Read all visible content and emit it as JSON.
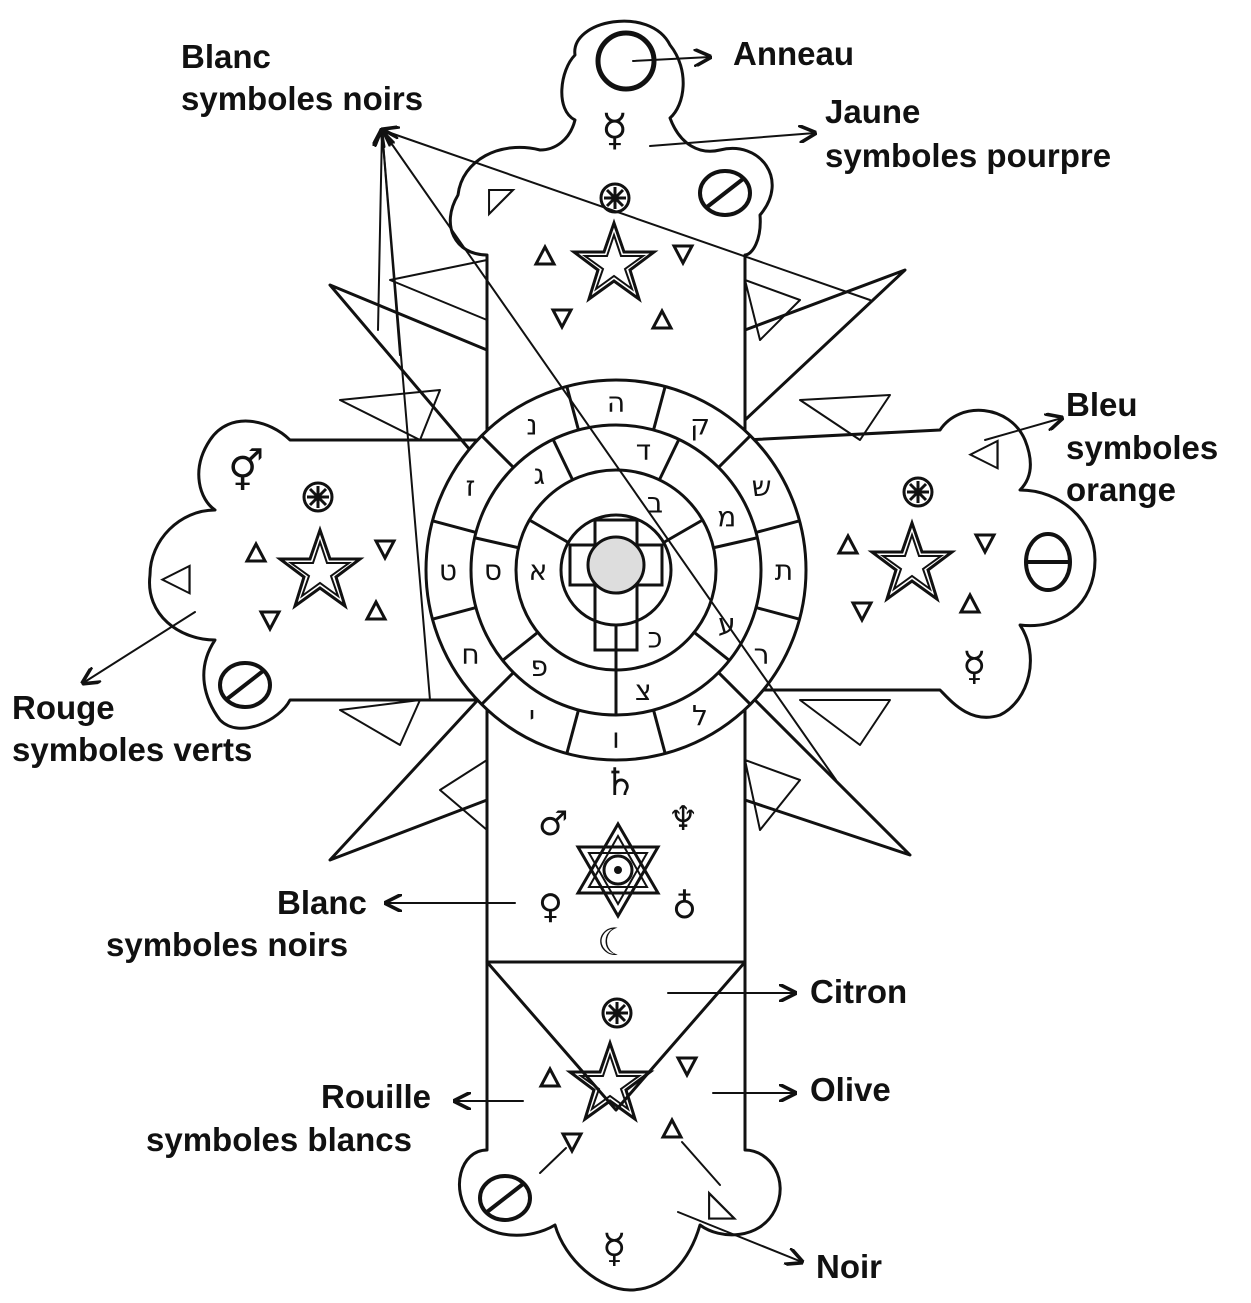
{
  "labels": {
    "anneau": "Anneau",
    "jaune_1": "Jaune",
    "jaune_2": "symboles pourpre",
    "blanc_top_1": "Blanc",
    "blanc_top_2": "symboles noirs",
    "bleu_1": "Bleu",
    "bleu_2": "symboles",
    "bleu_3": "orange",
    "rouge_1": "Rouge",
    "rouge_2": "symboles verts",
    "blanc_bot_1": "Blanc",
    "blanc_bot_2": "symboles noirs",
    "citron": "Citron",
    "olive": "Olive",
    "rouille_1": "Rouille",
    "rouille_2": "symboles blancs",
    "noir": "Noir"
  },
  "colors": {
    "ink": "#111111",
    "paper": "#ffffff"
  },
  "icons": [
    "pentagram-icon",
    "hexagram-icon",
    "rose-icon",
    "circle-cross-icon",
    "triangle-icon",
    "mercury-icon",
    "saturn-icon",
    "moon-icon"
  ]
}
